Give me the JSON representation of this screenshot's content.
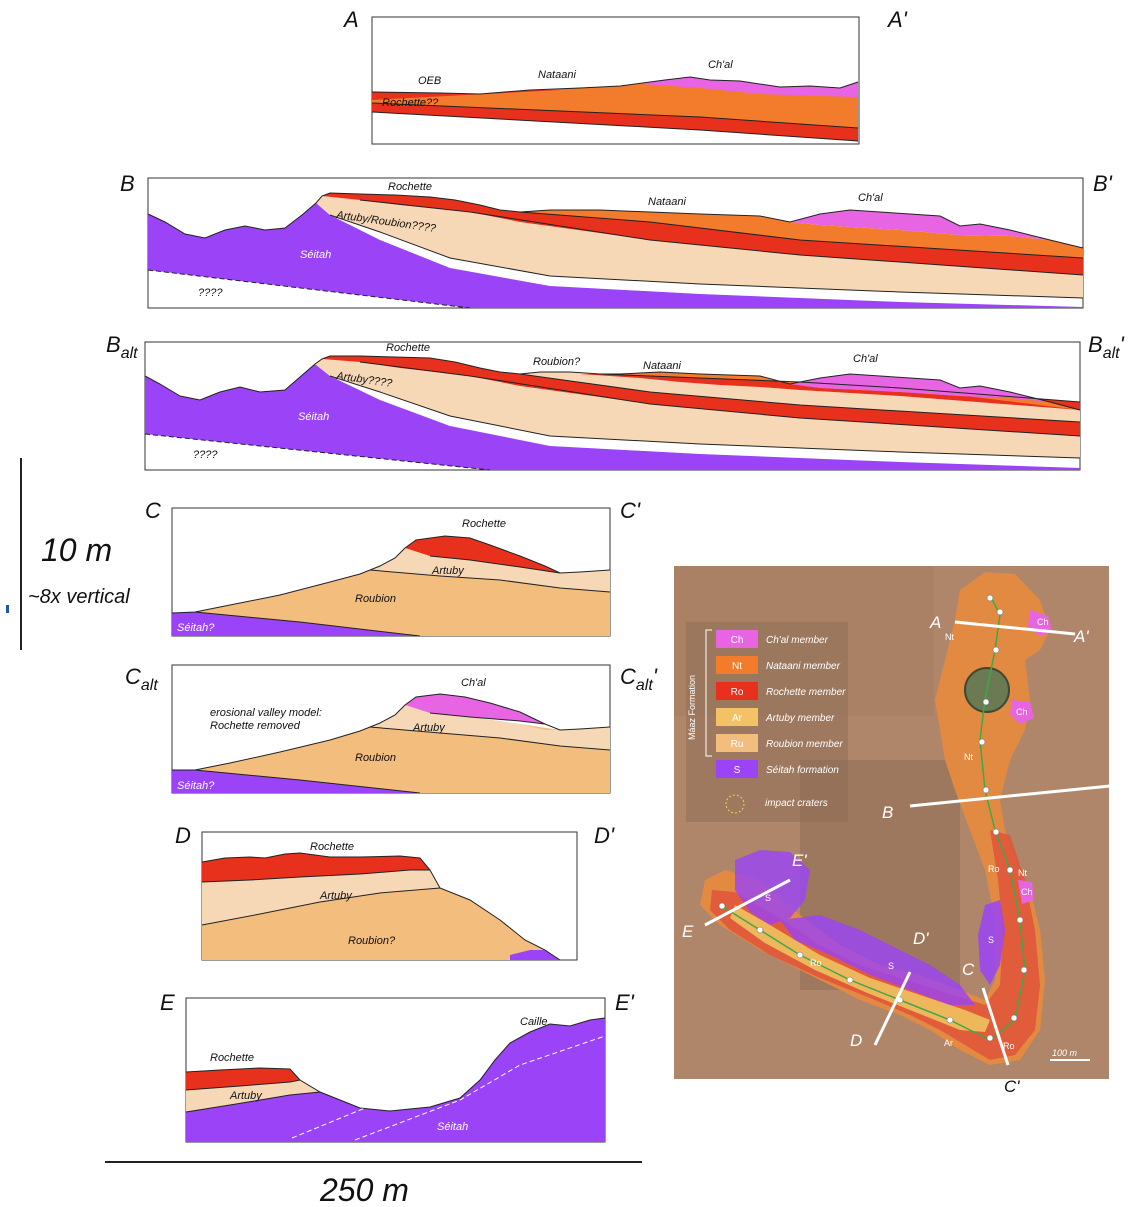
{
  "colors": {
    "chal": "#e765e2",
    "nataani": "#f27b2c",
    "rochette": "#e8311c",
    "artuby": "#f6d7b6",
    "roubion": "#f3bd7e",
    "seitah": "#9a43f7",
    "map_bg": "#b0866a"
  },
  "panels": {
    "A": {
      "left": "A",
      "right": "A'",
      "units": [
        "OEB",
        "Nataani",
        "Ch'al",
        "Rochette??"
      ]
    },
    "B": {
      "left": "B",
      "right": "B'",
      "units": [
        "Rochette",
        "Nataani",
        "Ch'al",
        "Artuby/Roubion????",
        "Séitah",
        "????"
      ]
    },
    "Balt": {
      "left": "B",
      "left_sub": "alt",
      "right": "B",
      "right_sub": "alt",
      "right_prime": "'",
      "units": [
        "Rochette",
        "Roubion?",
        "Nataani",
        "Ch'al",
        "Artuby????",
        "Séitah",
        "????"
      ]
    },
    "C": {
      "left": "C",
      "right": "C'",
      "units": [
        "Rochette",
        "Artuby",
        "Roubion",
        "Séitah?"
      ]
    },
    "Calt": {
      "left": "C",
      "left_sub": "alt",
      "right": "C",
      "right_sub": "alt",
      "right_prime": "'",
      "units": [
        "Ch'al",
        "erosional valley model:",
        "Rochette removed",
        "Artuby",
        "Roubion",
        "Séitah?"
      ]
    },
    "D": {
      "left": "D",
      "right": "D'",
      "units": [
        "Rochette",
        "Artuby",
        "Roubion?"
      ]
    },
    "E": {
      "left": "E",
      "right": "E'",
      "units": [
        "Caille",
        "Rochette",
        "Artuby",
        "Séitah"
      ]
    }
  },
  "scale": {
    "vertical": "10 m",
    "exaggeration": "~8x vertical",
    "horizontal": "250 m"
  },
  "map": {
    "formation_label": "Máaz Formation",
    "legend": [
      {
        "code": "Ch",
        "label": "Ch'al member",
        "color": "#e765e2"
      },
      {
        "code": "Nt",
        "label": "Nataani member",
        "color": "#f27b2c"
      },
      {
        "code": "Ro",
        "label": "Rochette member",
        "color": "#e8311c"
      },
      {
        "code": "Ar",
        "label": "Artuby member",
        "color": "#f3c267"
      },
      {
        "code": "Ru",
        "label": "Roubion member",
        "color": "#f3bd7e"
      },
      {
        "code": "S",
        "label": "Séitah formation",
        "color": "#9a43f7"
      }
    ],
    "crater_label": "impact craters",
    "scale_bar": "100 m",
    "section_labels": {
      "A": "A",
      "A_end": "A'",
      "B": "B",
      "B_end": "B'",
      "C": "C",
      "C_end": "C'",
      "D": "D",
      "D_end": "D'",
      "E": "E",
      "E_end": "E'"
    },
    "unit_labels": {
      "nt1": "Nt",
      "ch1": "Ch",
      "ch2": "Ch",
      "nt2": "Nt",
      "ro1": "Ro",
      "nt3": "Nt",
      "ch3": "Ch",
      "s1": "S",
      "s2": "S",
      "s3": "S",
      "ro2": "Ro",
      "ar1": "Ar",
      "ro3": "Ro"
    }
  }
}
